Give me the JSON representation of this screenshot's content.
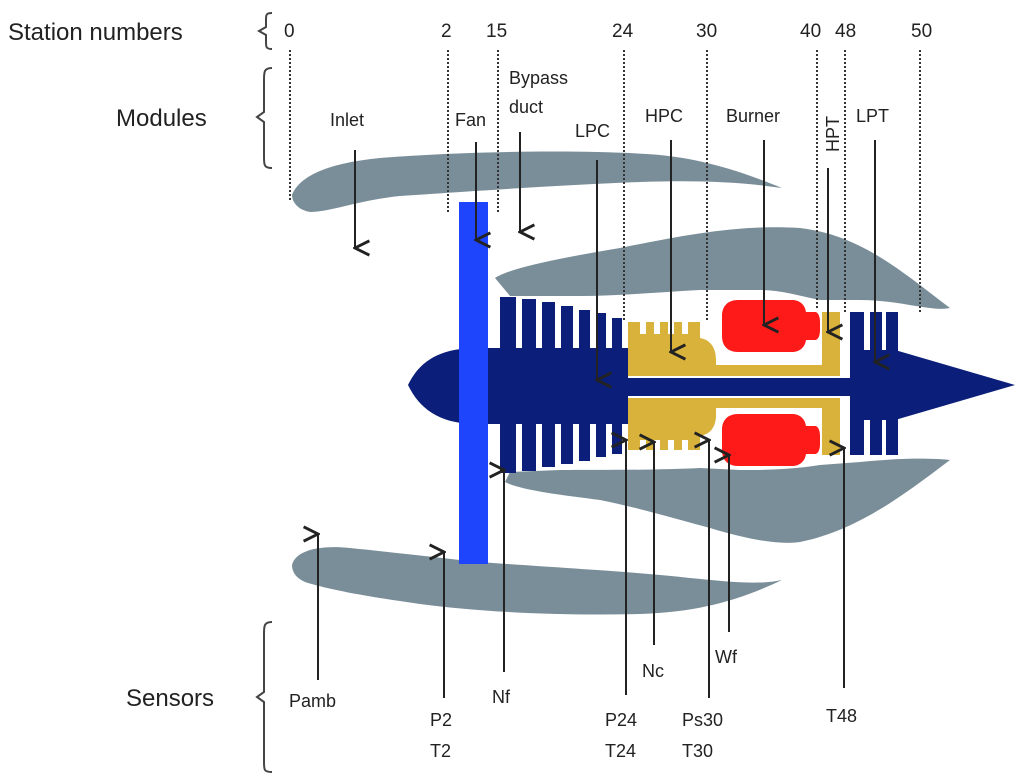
{
  "row_labels": {
    "stations": "Station numbers",
    "modules": "Modules",
    "sensors": "Sensors"
  },
  "stations": [
    "0",
    "2",
    "15",
    "24",
    "30",
    "40",
    "48",
    "50"
  ],
  "modules": {
    "inlet": "Inlet",
    "fan": "Fan",
    "bypass_line1": "Bypass",
    "bypass_line2": "duct",
    "lpc": "LPC",
    "hpc": "HPC",
    "burner": "Burner",
    "hpt": "HPT",
    "lpt": "LPT"
  },
  "sensors": {
    "pamb": "Pamb",
    "p2": "P2",
    "t2": "T2",
    "nf": "Nf",
    "p24": "P24",
    "t24": "T24",
    "nc": "Nc",
    "ps30": "Ps30",
    "t30": "T30",
    "wf": "Wf",
    "t48": "T48"
  },
  "colors": {
    "nacelle": "#7a8e99",
    "fan": "#1f45fc",
    "low_spool": "#0b1f7a",
    "high_spool": "#d9b23c",
    "burner": "#ff1a1a"
  }
}
